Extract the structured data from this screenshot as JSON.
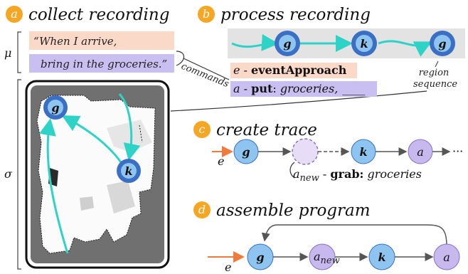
{
  "panels": {
    "a": {
      "badge": "a",
      "title": "collect recording"
    },
    "b": {
      "badge": "b",
      "title": "process recording"
    },
    "c": {
      "badge": "c",
      "title": "create trace"
    },
    "d": {
      "badge": "d",
      "title": "assemble program"
    }
  },
  "recording": {
    "mu": "μ",
    "sigma": "σ",
    "quote_line1": "“When I arrive,",
    "quote_line2": "bring in the groceries.”",
    "commands_label": "commands"
  },
  "map_nodes": {
    "g": "g",
    "k": "k"
  },
  "process": {
    "nodes": [
      "g",
      "k",
      "g"
    ],
    "region_label_line1": "region",
    "region_label_line2": "sequence",
    "event_var": "e",
    "event_sep": " - ",
    "event_name": "eventApproach",
    "action_var": "a",
    "action_sep": " - ",
    "action_name": "put",
    "action_colon": ":",
    "action_arg": " groceries,",
    "action_blank": "____"
  },
  "trace": {
    "event": "e",
    "nodes": [
      "g",
      "",
      "k",
      "a"
    ],
    "ellipsis": "···",
    "anew_base": "a",
    "anew_sub": "new",
    "anew_sep": " - ",
    "anew_action": "grab:",
    "anew_arg": " groceries"
  },
  "program": {
    "event": "e",
    "nodes": [
      "g",
      "a_new",
      "k",
      "a"
    ],
    "g": "g",
    "anew_base": "a",
    "anew_sub": "new",
    "k": "k",
    "a": "a"
  },
  "colors": {
    "badge": "#F5A623",
    "teal": "#2ED3C8",
    "node_dark": "#3A6FC4",
    "node_light": "#8EC5F0",
    "node_purple": "#C7B9EE",
    "event_orange": "#F07A3A",
    "quote1_bg": "#FBD9C8",
    "quote2_bg": "#C9C0F1",
    "band": "#E3E3E3"
  }
}
